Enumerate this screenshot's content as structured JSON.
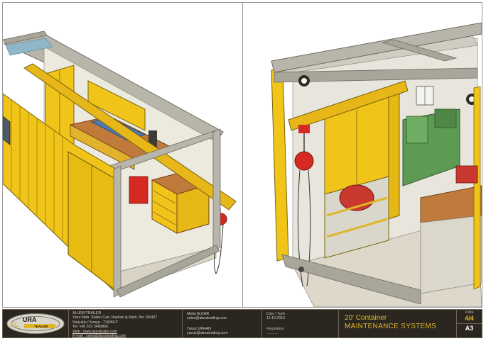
{
  "views": {
    "left": "container-exterior-perspective",
    "right": "container-interior-perspective"
  },
  "logo": {
    "text_left": "AL",
    "text_right": "URA",
    "sub": "TRAILER"
  },
  "company": {
    "name": "ALURA TRAILER",
    "address1": "Yazır Mah. Sultan Cad. Rayhan iş Merk. No: 34/407",
    "address2": "Selçuklu / Konya - TURKEY",
    "tel": "Tel: +90 332 3460860",
    "web": "Web : www.aluratrailer.com",
    "email": "E-mail : sales@aluratrading.com"
  },
  "contacts": [
    {
      "name": "Metin ALCAR",
      "email": "sales@aluratrading.com"
    },
    {
      "name": "Yavuz URHAN",
      "email": "yavuz@aluratrading.com"
    }
  ],
  "date_block": {
    "date_label": "Date / Tarih",
    "date_value": "12.10.2015",
    "regulation_label": "Regulation",
    "regulation_value": "..........."
  },
  "title": {
    "line1": "20' Container",
    "line2": "MAINTENANCE  SYSTEMS"
  },
  "page": {
    "label": "Pafta",
    "number": "4/4",
    "size": "A3"
  },
  "colors": {
    "container_yellow": "#f0c419",
    "frame_gray": "#a8a59a",
    "titleblock_bg": "#2b2720",
    "accent_yellow": "#e0b628"
  }
}
